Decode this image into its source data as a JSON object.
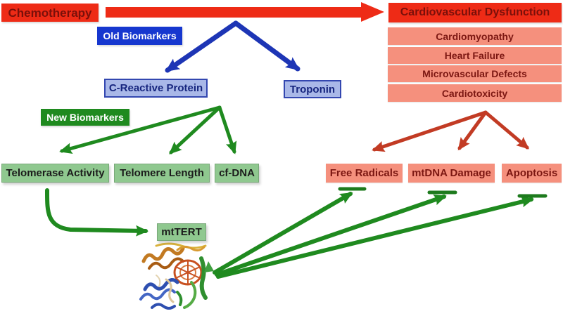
{
  "nodes": {
    "chemotherapy": "Chemotherapy",
    "cardiovascular_dysfunction": "Cardiovascular Dysfunction",
    "cardio_effects": [
      "Cardiomyopathy",
      "Heart Failure",
      "Microvascular Defects",
      "Cardiotoxicity"
    ],
    "old_biomarkers_label": "Old Biomarkers",
    "c_reactive_protein": "C-Reactive Protein",
    "troponin": "Troponin",
    "new_biomarkers_label": "New Biomarkers",
    "telomerase_activity": "Telomerase Activity",
    "telomere_length": "Telomere Length",
    "cf_dna": "cf-DNA",
    "free_radicals": "Free Radicals",
    "mtdna_damage": "mtDNA Damage",
    "apoptosis": "Apoptosis",
    "mttert": "mtTERT"
  },
  "colors": {
    "bright_red": "#ee2b16",
    "dark_red_text": "#7a100a",
    "salmon": "#f5907d",
    "salmon_text": "#7c1712",
    "royal_blue": "#1637cf",
    "periwinkle": "#a9b8e8",
    "navy_text": "#16257e",
    "dark_green": "#1f8a1f",
    "light_green": "#8fc88f",
    "arrow_blue": "#1d35b5",
    "arrow_green": "#1f8a1f",
    "arrow_red": "#c23b24"
  }
}
